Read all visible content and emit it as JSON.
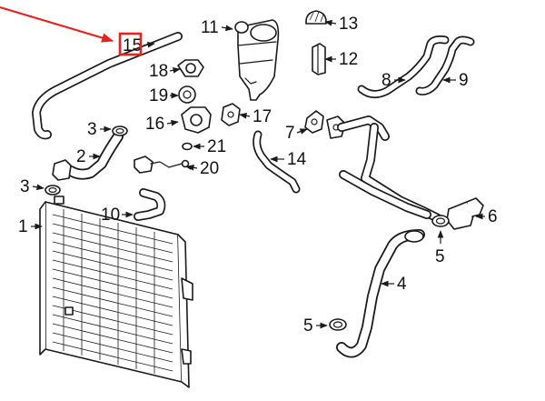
{
  "diagram": {
    "highlight": {
      "part_number": "15",
      "color": "#e8211d"
    },
    "line_color": "#1a1a1a",
    "callouts": [
      {
        "id": "c1",
        "text": "1"
      },
      {
        "id": "c2",
        "text": "2"
      },
      {
        "id": "c3a",
        "text": "3"
      },
      {
        "id": "c3b",
        "text": "3"
      },
      {
        "id": "c4",
        "text": "4"
      },
      {
        "id": "c5a",
        "text": "5"
      },
      {
        "id": "c5b",
        "text": "5"
      },
      {
        "id": "c6",
        "text": "6"
      },
      {
        "id": "c7",
        "text": "7"
      },
      {
        "id": "c8",
        "text": "8"
      },
      {
        "id": "c9",
        "text": "9"
      },
      {
        "id": "c10",
        "text": "10"
      },
      {
        "id": "c11",
        "text": "11"
      },
      {
        "id": "c12",
        "text": "12"
      },
      {
        "id": "c13",
        "text": "13"
      },
      {
        "id": "c14",
        "text": "14"
      },
      {
        "id": "c15",
        "text": "15"
      },
      {
        "id": "c16",
        "text": "16"
      },
      {
        "id": "c17",
        "text": "17"
      },
      {
        "id": "c18",
        "text": "18"
      },
      {
        "id": "c19",
        "text": "19"
      },
      {
        "id": "c20",
        "text": "20"
      },
      {
        "id": "c21",
        "text": "21"
      }
    ]
  }
}
